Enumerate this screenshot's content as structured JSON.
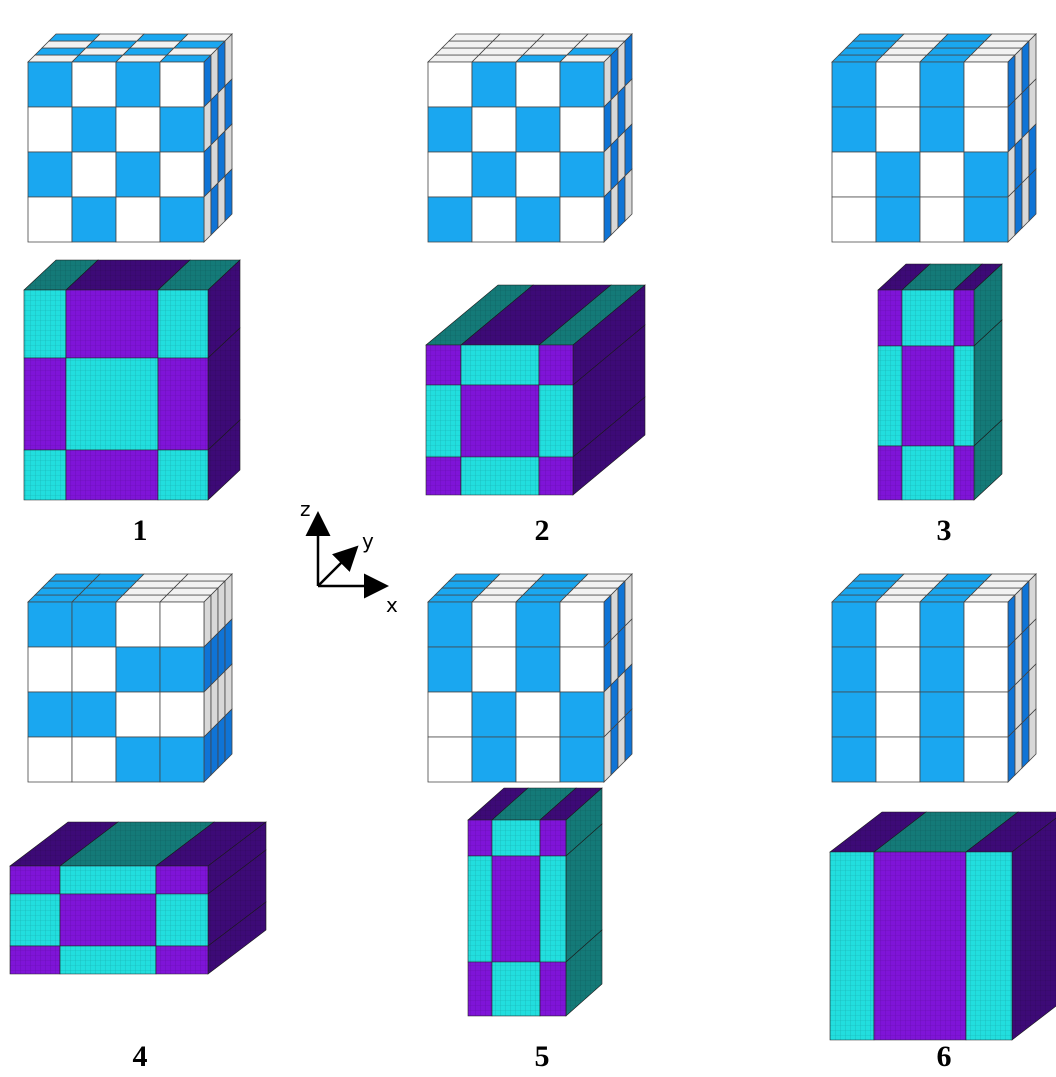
{
  "figure": {
    "case_labels": [
      "1",
      "2",
      "3",
      "4",
      "5",
      "6"
    ],
    "axes": {
      "z": "z",
      "y": "y",
      "x": "x"
    }
  },
  "colors": {
    "unit_blue": "#1aa7f0",
    "unit_blue_side": "#0f74d6",
    "unit_white": "#ffffff",
    "unit_white_top": "#f2f2f2",
    "unit_white_side": "#d8d8d8",
    "mesh_purple": "#7f14d8",
    "mesh_purple_side": "#3d0a77",
    "mesh_cyan": "#22dede",
    "mesh_cyan_side": "#147a78",
    "edge": "#444444"
  },
  "icons": [
    "axis-triad-icon"
  ]
}
